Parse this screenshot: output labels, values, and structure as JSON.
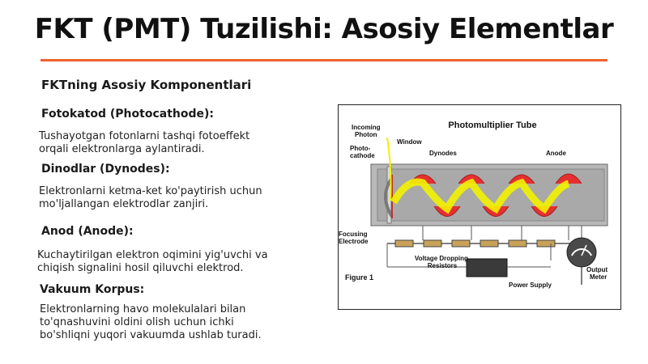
{
  "slide": {
    "title": "FKT (PMT) Tuzilishi: Asosiy Elementlar",
    "subtitle": "FKTning Asosiy Komponentlari",
    "sections": [
      {
        "heading": "Fotokatod (Photocathode):",
        "lines": [
          "Tushayotgan fotonlarni tashqi fotoeffekt",
          "orqali elektronlarga aylantiradi."
        ]
      },
      {
        "heading": "Dinodlar (Dynodes):",
        "lines": [
          "Elektronlarni ketma-ket ko'paytirish uchun",
          "mo'ljallangan elektrodlar zanjiri."
        ]
      },
      {
        "heading": "Anod (Anode):",
        "lines": [
          "Kuchaytirilgan elektron oqimini yig'uvchi va",
          "chiqish signalini hosil qiluvchi elektrod."
        ]
      },
      {
        "heading": "Vakuum Korpus:",
        "lines": [
          "Elektronlarning havo molekulalari bilan",
          "to'qnashuvini oldini olish uchun ichki",
          "bo'shliqni yuqori vakuumda ushlab turadi."
        ]
      }
    ]
  },
  "figure": {
    "title": "Photomultiplier Tube",
    "labels": {
      "incoming_photon": [
        "Incoming",
        "Photon"
      ],
      "window": "Window",
      "photocathode": [
        "Photo-",
        "cathode"
      ],
      "dynodes": "Dynodes",
      "anode": "Anode",
      "focusing_electrode": [
        "Focusing",
        "Electrode"
      ],
      "resistors": [
        "Voltage Dropping",
        "Resistors"
      ],
      "power_supply": "Power Supply",
      "output_meter": [
        "Output",
        "Meter"
      ],
      "figure_number": "Figure 1"
    }
  },
  "colors": {
    "accent_rule": "#f0622e",
    "dynode_red": "#e53030",
    "beam_yellow": "#f2f200",
    "tube_gray": "#b8b8b8"
  }
}
